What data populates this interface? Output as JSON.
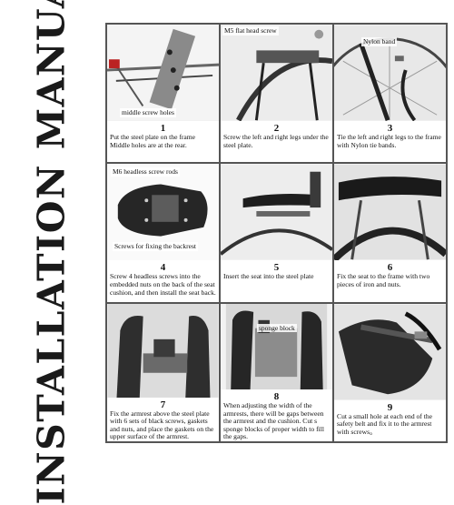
{
  "title": "INSTALLATION MANUAL",
  "steps": [
    {
      "number": "1",
      "note": "middle screw holes",
      "caption": "Put the steel plate on the frame Middle holes  are at the rear."
    },
    {
      "number": "2",
      "note": "M5 flat head screw",
      "caption": "Screw the left and right legs under the steel plate."
    },
    {
      "number": "3",
      "note": "Nylon band",
      "caption": "Tie the left and right legs to the frame with Nylon tie bands."
    },
    {
      "number": "4",
      "note": "M6 headless screw rods",
      "note2": "Screws for fixing the backrest",
      "caption": "Screw 4 headless screws into the embedded nuts on the back of the seat cushion, and then install the seat back."
    },
    {
      "number": "5",
      "caption": "Insert the seat into the steel plate"
    },
    {
      "number": "6",
      "caption": "Fix the seat to the frame with two pieces of iron and nuts."
    },
    {
      "number": "7",
      "caption": "Fix the armrest above the steel plate with 6 sets of black screws, gaskets and nuts, and place the gaskets on the upper surface of the armrest."
    },
    {
      "number": "8",
      "note": "sponge block",
      "caption": "When adjusting the width of the armrests, there will be gaps between the armrest and the cushion. Cut s sponge blocks of proper width to fill the gaps."
    },
    {
      "number": "9",
      "caption": "Cut a small hole at each end of the safety belt and fix it to the armrest with screws。"
    }
  ],
  "colors": {
    "photo_dark": "#2a2a2a",
    "photo_mid": "#7a7a7a",
    "photo_light": "#d9d9d9"
  }
}
